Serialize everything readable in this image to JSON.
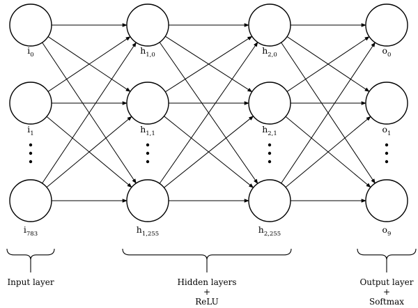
{
  "layers": [
    {
      "id": "input",
      "nodes": [
        {
          "base": "i",
          "sub": "0"
        },
        {
          "base": "i",
          "sub": "1"
        },
        {
          "base": "i",
          "sub": "783"
        }
      ],
      "caption": [
        "Input layer"
      ]
    },
    {
      "id": "hidden1",
      "nodes": [
        {
          "base": "h",
          "sub": "1,0"
        },
        {
          "base": "h",
          "sub": "1,1"
        },
        {
          "base": "h",
          "sub": "1,255"
        }
      ]
    },
    {
      "id": "hidden2",
      "nodes": [
        {
          "base": "h",
          "sub": "2,0"
        },
        {
          "base": "h",
          "sub": "2,1"
        },
        {
          "base": "h",
          "sub": "2,255"
        }
      ]
    },
    {
      "id": "output",
      "nodes": [
        {
          "base": "o",
          "sub": "0"
        },
        {
          "base": "o",
          "sub": "1"
        },
        {
          "base": "o",
          "sub": "9"
        }
      ],
      "caption": [
        "Output layer",
        "+",
        "Softmax"
      ]
    }
  ],
  "hidden_caption": [
    "Hidden layers",
    "+",
    "ReLU"
  ],
  "ellipsis": "⋮"
}
